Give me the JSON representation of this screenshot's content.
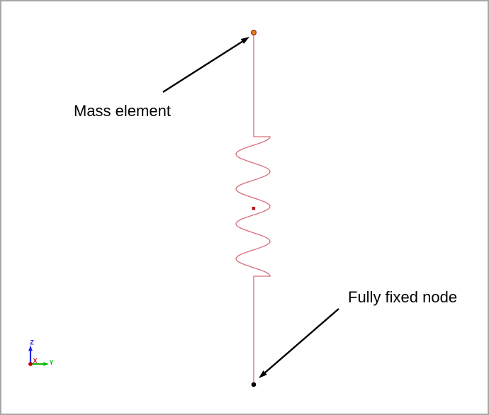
{
  "scene": {
    "background": "#ffffff",
    "border_color": "#a6a6a6"
  },
  "callouts": {
    "mass": "Mass element",
    "fixed": "Fully fixed node"
  },
  "colors": {
    "spring": "#d66e7d",
    "mass_node_fill": "#ef7a1e",
    "mass_node_stroke": "#8a3018",
    "fixed_node": "#000000",
    "spring_center_marker": "#bb1122",
    "annotation_arrow": "#000000",
    "axis_x": "#dd1111",
    "axis_y": "#00bb00",
    "axis_z": "#2222ee",
    "origin_dot": "#c00000"
  },
  "triad": {
    "x": "X",
    "y": "Y",
    "z": "Z"
  }
}
